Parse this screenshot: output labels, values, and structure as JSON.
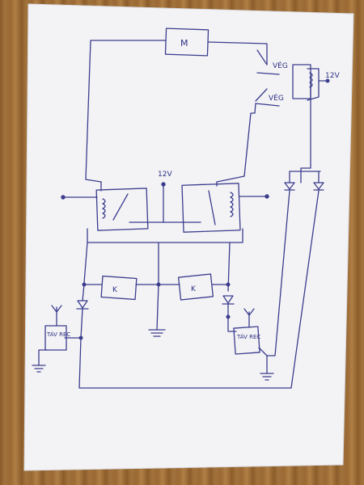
{
  "diagram": {
    "labels": {
      "motor": "M",
      "limit_top": "VÉG",
      "limit_bottom": "VÉG",
      "supply_top_right": "12V",
      "supply_center": "12V",
      "relay_k_left": "K",
      "relay_k_right": "K",
      "receiver_left": "TÁV REC",
      "receiver_right": "TÁV REC"
    },
    "colors": {
      "ink": "#3b3c8c",
      "paper": "#f4f4f6",
      "table": "#9b6a34"
    }
  }
}
